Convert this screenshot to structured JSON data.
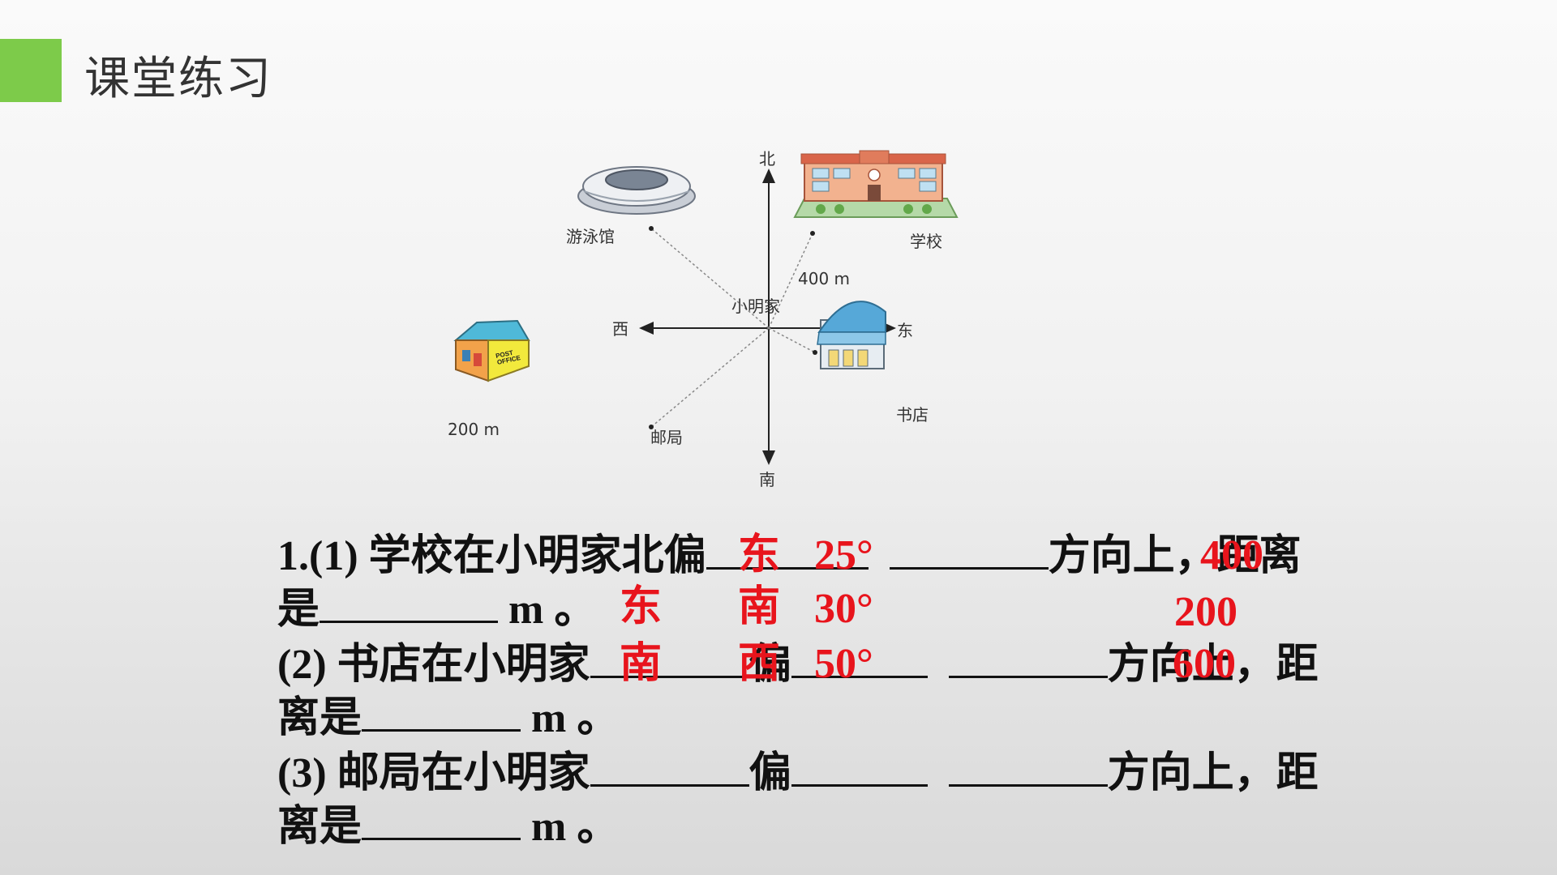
{
  "header": {
    "title": "课堂练习",
    "accent_color": "#7dcb4a"
  },
  "map": {
    "directions": {
      "north": "北",
      "south": "南",
      "east": "东",
      "west": "西"
    },
    "center_label": "小明家",
    "places": {
      "pool": "游泳馆",
      "school": "学校",
      "bookstore": "书店",
      "post_office": "邮局"
    },
    "distance_label": "400 m",
    "scale_label": "200 m",
    "post_sign": "POST OFFICE"
  },
  "questions": {
    "q1_line1_a": "1.(1) 学校在小明家北偏",
    "q1_line1_b": "方向上，距离",
    "q1_line2_a": "是",
    "q1_line2_b": "m 。",
    "q2_line1_a": "(2) 书店在小明家",
    "q2_line1_b": "偏",
    "q2_line1_c": "方向上，距",
    "q2_line2_a": "离是",
    "q2_line2_b": "m 。",
    "q3_line1_a": "(3) 邮局在小明家",
    "q3_line1_b": "偏",
    "q3_line1_c": "方向上，距",
    "q3_line2_a": "离是",
    "q3_line2_b": "m 。"
  },
  "answers": {
    "a1_dir": "东",
    "a1_angle": "25°",
    "a1_dist": "400",
    "a2_dir1": "东",
    "a2_dir2": "南",
    "a2_angle": "30°",
    "a2_dist": "200",
    "a3_dir1": "南",
    "a3_dir2": "西",
    "a3_angle": "50°",
    "a3_dist": "600",
    "answer_color": "#e8141c"
  }
}
